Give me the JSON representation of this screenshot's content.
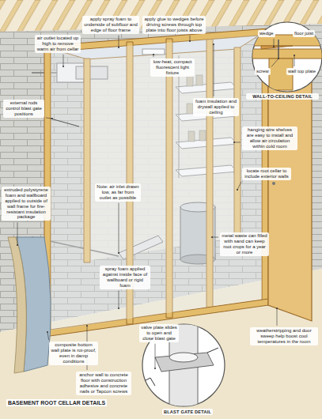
{
  "diagram": {
    "title": "BASEMENT ROOT CELLAR DETAILS",
    "labels": [
      "air outlet located up high to remove warm air from cellar",
      "apply spray foam to underside of subfloor and edge of floor frame",
      "apply glue to wedges before driving screws through top plate into floor joists above",
      "low-heat, compact fluorescent light fixture",
      "wedge",
      "floor joist",
      "screw",
      "wall top plate",
      "WALL-TO-CEILING DETAIL",
      "foam insulation and drywall applied to ceiling",
      "hanging wire shelves are easy to install and allow air circulation within cold room",
      "locate root cellar to include exterior walls",
      "external rods control blast gate positions",
      "extruded polystyrene foam and wallboard applied to outside of wall frame for fire-resistant insulation package",
      "Note: air inlet drawn low, as far from outlet as possible",
      "spray foam applied against inside face of wallboard or rigid foam",
      "metal waste can filled with sand can keep root crops for a year or more",
      "weatherstripping and door sweep help boost cool temperatures in the room",
      "composite bottom wall plate is rot-proof, even in damp conditions",
      "anchor wall to concrete floor with construction adhesive and concrete nails or Tapcon screws",
      "valve plate slides to open and close blast gate",
      "BLAST GATE DETAIL"
    ]
  }
}
